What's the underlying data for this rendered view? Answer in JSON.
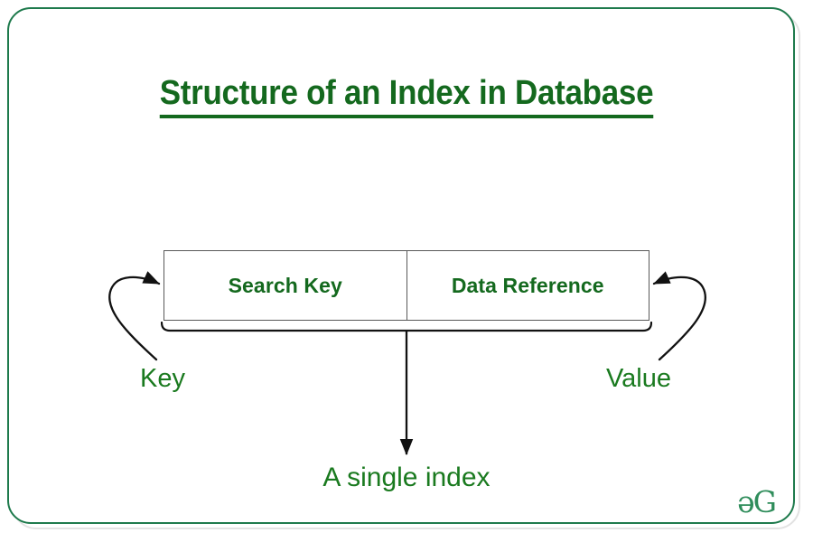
{
  "slide": {
    "title": "Structure of an Index in Database",
    "background_color": "#ffffff",
    "frame_color": "#1e7a4c",
    "accent_color": "#14691e"
  },
  "diagram": {
    "table": {
      "cells": [
        {
          "label": "Search Key"
        },
        {
          "label": "Data Reference"
        }
      ],
      "border_color": "#595959"
    },
    "annotations": {
      "left_label": "Key",
      "right_label": "Value",
      "bottom_label": "A single index"
    },
    "arrows": [
      {
        "name": "key-arrow",
        "direction": "right",
        "target": "search-key-cell"
      },
      {
        "name": "value-arrow",
        "direction": "left",
        "target": "data-reference-cell"
      },
      {
        "name": "single-index-arrow",
        "direction": "down",
        "target": "single-index-label"
      }
    ]
  },
  "branding": {
    "logo_text": "ǝG",
    "logo_color": "#2f8d5b"
  }
}
